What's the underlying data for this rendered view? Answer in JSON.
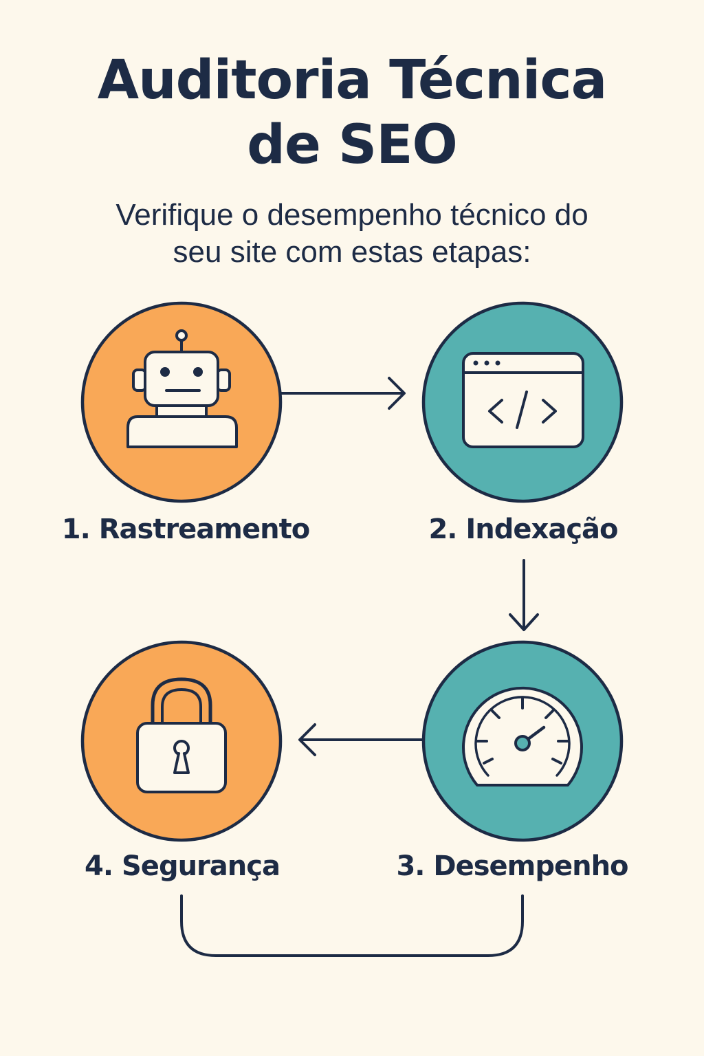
{
  "header": {
    "title_line1": "Auditoria Técnica",
    "title_line2": "de SEO",
    "subtitle_line1": "Verifique o desempenho técnico do",
    "subtitle_line2": "seu site com estas etapas:"
  },
  "steps": [
    {
      "label": "1. Rastreamento",
      "icon": "robot-icon",
      "color": "#F9A857"
    },
    {
      "label": "2. Indexação",
      "icon": "code-window-icon",
      "color": "#56B1B0"
    },
    {
      "label": "3. Desempenho",
      "icon": "speedometer-icon",
      "color": "#56B1B0"
    },
    {
      "label": "4. Segurança",
      "icon": "padlock-icon",
      "color": "#F9A857"
    }
  ],
  "colors": {
    "background": "#FDF8EC",
    "ink": "#1D2B45",
    "orange": "#F9A857",
    "teal": "#56B1B0",
    "icon_fill": "#FDF8EC"
  }
}
